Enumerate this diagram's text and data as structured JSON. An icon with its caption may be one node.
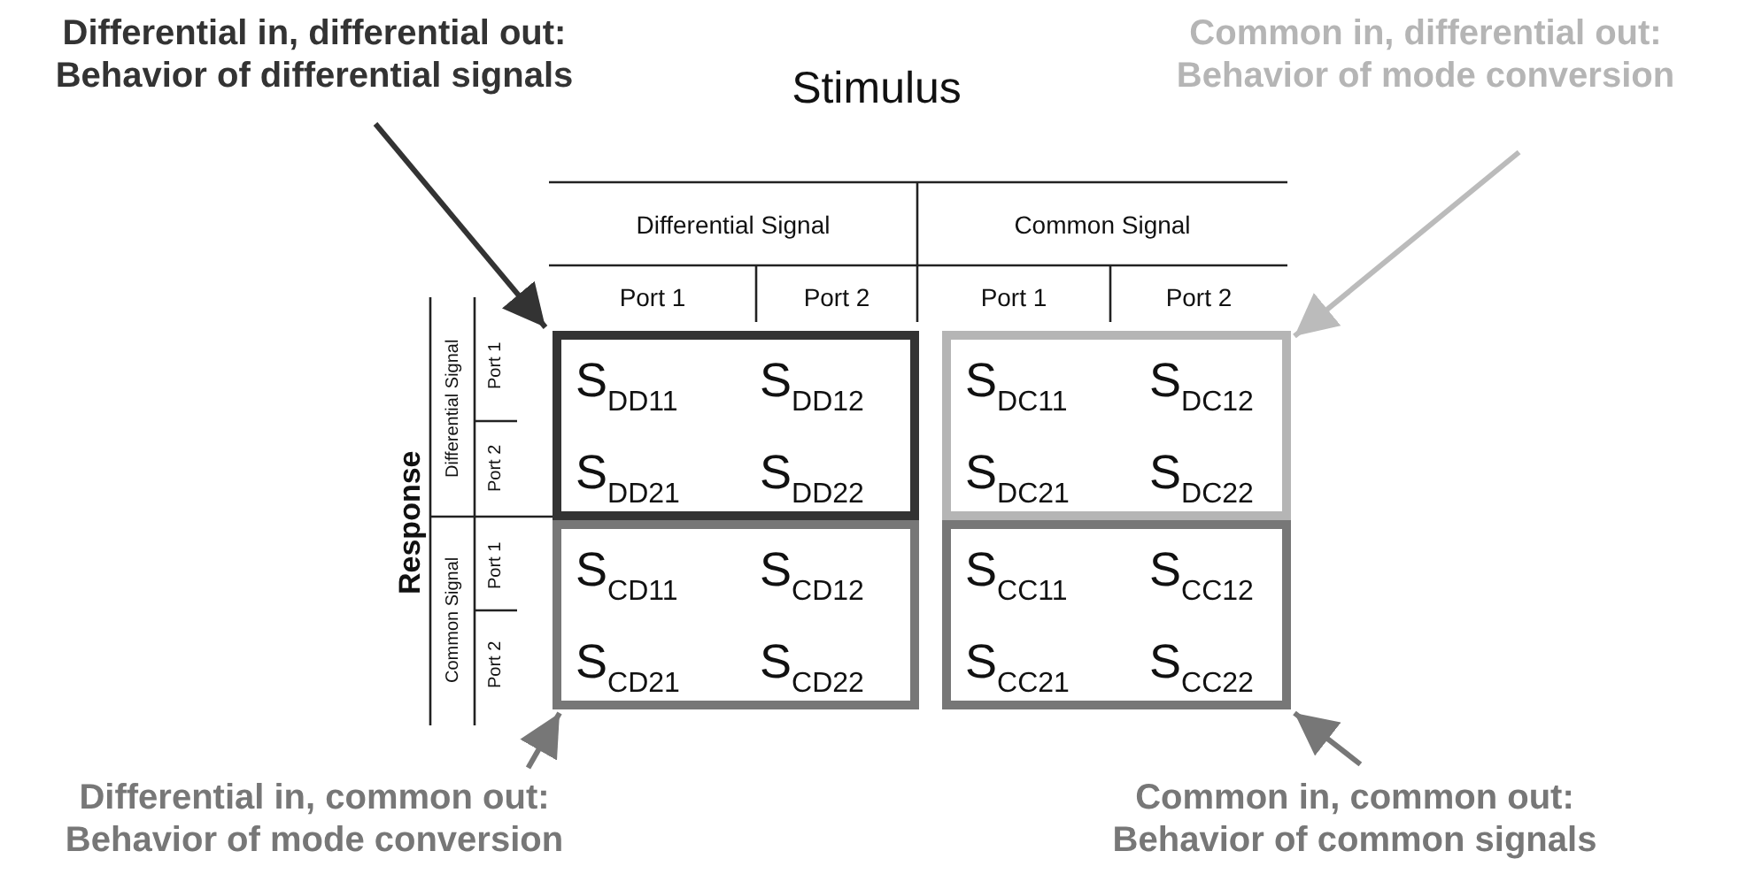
{
  "diagram": {
    "nodes": [
      {
        "text": [
          "Differential in, differential out: Behavior of differential signals"
        ]
      },
      {
        "text": [
          "Common in, differential out: Behavior of mode conversion"
        ]
      },
      {
        "text": [
          "S$_{DD11}$",
          "S$_{DD12}$",
          "S$_{DD21}$",
          "S$_{DD22}$"
        ]
      },
      {
        "text": [
          "S$_{DC11}$",
          "S$_{DC12}$",
          "S$_{DC21}$",
          "S$_{DC22}$"
        ]
      },
      {
        "text": [
          "S$_{CD11}$",
          "S$_{CD12}$",
          "S$_{CD21}$",
          "S$_{CD22}$"
        ]
      },
      {
        "text": [
          "S$_{CC11}$",
          "S$_{CC12}$",
          "S$_{CC21}$",
          "S$_{CC22}$"
        ]
      },
      {
        "text": [
          "Differential in, common out: Behavior of mode conversion"
        ]
      },
      {
        "text": [
          "Common in, common out: Behavior of common signals"
        ]
      }
    ],
    "edges": [
      {
        "from": 0,
        "to": 2,
        "arrow": "to",
        "color": "#333333"
      },
      {
        "from": 1,
        "to": 3,
        "arrow": "to",
        "color": "#bbbbbb"
      },
      {
        "from": 6,
        "to": 4,
        "arrow": "to"
      },
      {
        "from": 7,
        "to": 5,
        "arrow": "to"
      }
    ],
    "labels": [
      "Stimulus",
      "Differential Signal",
      "Common Signal",
      "Port 1",
      "Port 2",
      "Port 1",
      "Port 2",
      "Response",
      "Differential Signal",
      "Port 1",
      "Port 2",
      "Common Signal",
      "Port 1",
      "Port 2"
    ]
  }
}
